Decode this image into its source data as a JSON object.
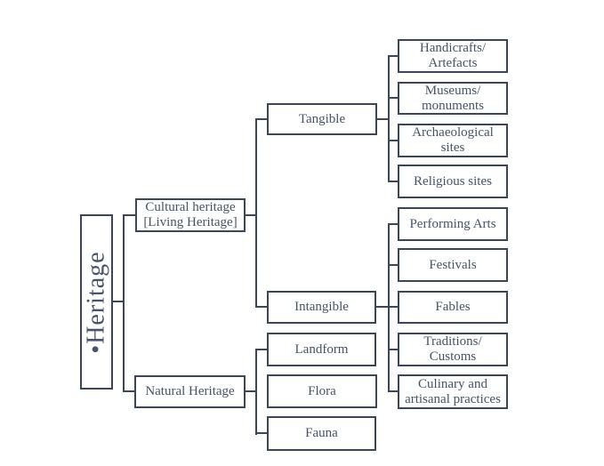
{
  "colors": {
    "line": "#3b4757",
    "text": "#475468",
    "box_fill": "#ffffff",
    "background": "#ffffff"
  },
  "tree": {
    "root": "•Heritage",
    "children": [
      {
        "label": "Cultural heritage [Living Heritage]",
        "children": [
          {
            "label": "Tangible",
            "children": [
              {
                "label": "Handicrafts/ Artefacts"
              },
              {
                "label": "Museums/ monuments"
              },
              {
                "label": "Archaeological sites"
              },
              {
                "label": "Religious sites"
              }
            ]
          },
          {
            "label": "Intangible",
            "children": [
              {
                "label": "Performing Arts"
              },
              {
                "label": "Festivals"
              },
              {
                "label": "Fables"
              },
              {
                "label": "Traditions/ Customs"
              },
              {
                "label": "Culinary and artisanal practices"
              }
            ]
          }
        ]
      },
      {
        "label": "Natural Heritage",
        "children": [
          {
            "label": "Landform"
          },
          {
            "label": "Flora"
          },
          {
            "label": "Fauna"
          }
        ]
      }
    ]
  }
}
